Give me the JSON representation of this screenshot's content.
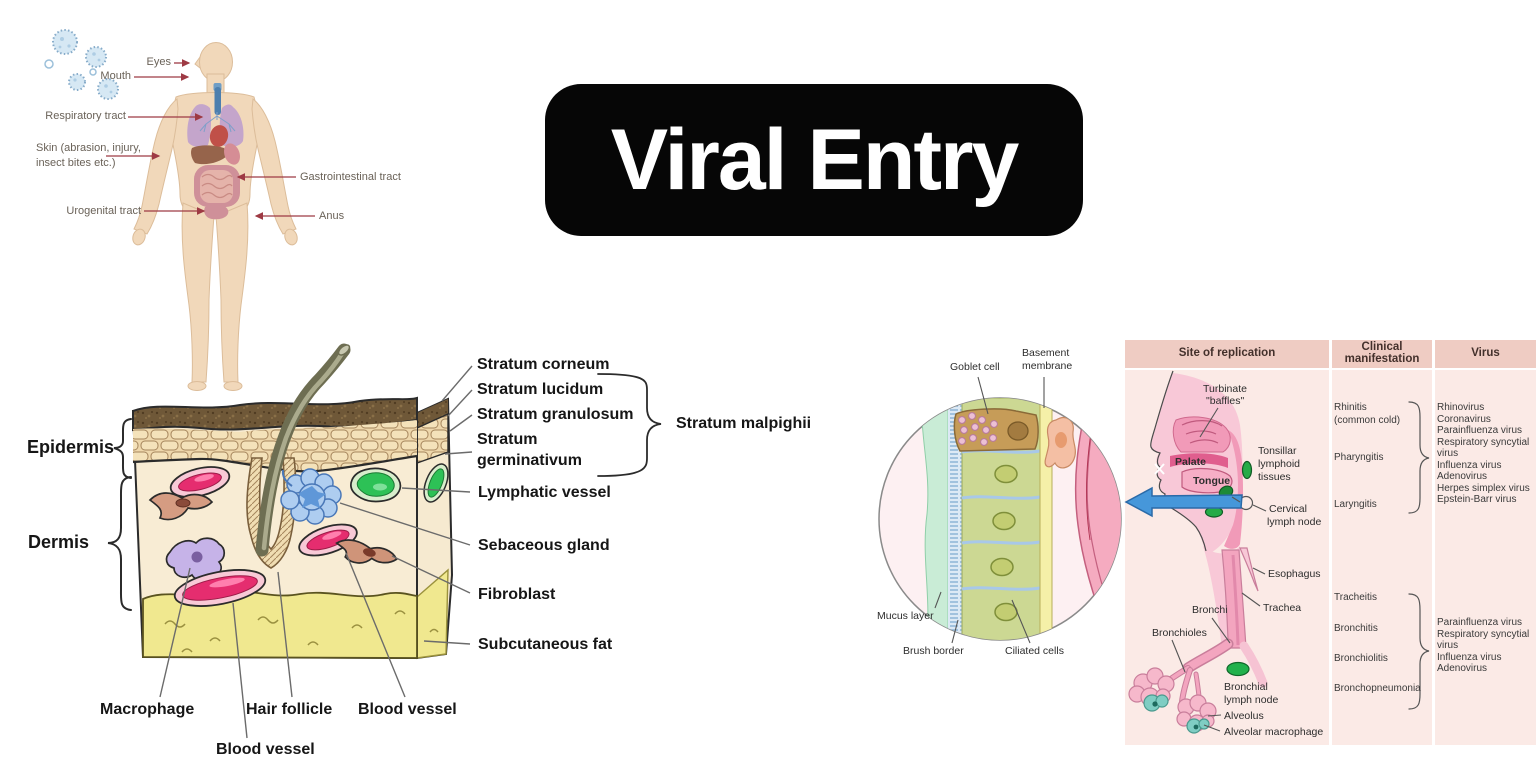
{
  "title": {
    "text": "Viral Entry"
  },
  "colors": {
    "badge_bg": "#060606",
    "badge_text": "#ffffff",
    "arrow_red": "#9e3a44",
    "label_gray": "#6a6258",
    "node_green": "#26ab47",
    "tract_pink": "#f2a3bd",
    "head_pink": "#f8c8d7",
    "big_arrow_blue": "#4697da",
    "panel_header_pink": "#efccc3",
    "panel_body_pink": "#fbeae6",
    "skin_cream": "#f8ecd4",
    "epidermis_tan": "#eed7ab",
    "corneum_brown": "#6f5838",
    "fat_yellow": "#f0e88f",
    "blood_crimson": "#e52d6f",
    "lymph_green": "#2dc156",
    "sebaceous_blue": "#aecdf0",
    "fibroblast_salmon": "#d59c82",
    "macrophage_lavender": "#c6b3e8",
    "teal_macrophage": "#7fcdc3"
  },
  "body_map": {
    "eyes": "Eyes",
    "mouth": "Mouth",
    "respiratory": "Respiratory tract",
    "skin1": "Skin (abrasion, injury,",
    "skin2": "insect bites etc.)",
    "gi": "Gastrointestinal tract",
    "uro": "Urogenital tract",
    "anus": "Anus"
  },
  "skin": {
    "epidermis": "Epidermis",
    "dermis": "Dermis",
    "corneum": "Stratum corneum",
    "lucidum": "Stratum lucidum",
    "granulosum": "Stratum granulosum",
    "germ1": "Stratum",
    "germ2": "germinativum",
    "malpighii": "Stratum malpighii",
    "lymphatic": "Lymphatic vessel",
    "sebaceous": "Sebaceous gland",
    "fibroblast": "Fibroblast",
    "subq": "Subcutaneous fat",
    "macrophage": "Macrophage",
    "hair_follicle": "Hair follicle",
    "blood_vessel_r": "Blood vessel",
    "blood_vessel_c": "Blood vessel"
  },
  "airway": {
    "inset": {
      "goblet": "Goblet cell",
      "base1": "Basement",
      "base2": "membrane",
      "mucus": "Mucus layer",
      "brush": "Brush border",
      "ciliated": "Ciliated cells"
    },
    "site": {
      "turb1": "Turbinate",
      "turb2": "\"baffles\"",
      "palate": "Palate",
      "tongue": "Tongue",
      "tons1": "Tonsillar",
      "tons2": "lymphoid",
      "tons3": "tissues",
      "cerv1": "Cervical",
      "cerv2": "lymph node",
      "esophagus": "Esophagus",
      "trachea": "Trachea",
      "bronchi": "Bronchi",
      "bronchioles": "Bronchioles",
      "bronch_node1": "Bronchial",
      "bronch_node2": "lymph node",
      "alveolus": "Alveolus",
      "alv_mac": "Alveolar macrophage"
    },
    "table": {
      "site_header": "Site of replication",
      "clin_h1": "Clinical",
      "clin_h2": "manifestation",
      "virus_header": "Virus",
      "clinical_upper": [
        "Rhinitis",
        "(common cold)",
        "Pharyngitis",
        "Laryngitis"
      ],
      "clinical_lower": [
        "Tracheitis",
        "Bronchitis",
        "Bronchiolitis",
        "Bronchopneumonia"
      ],
      "virus_upper": [
        "Rhinovirus",
        "Coronavirus",
        "Parainfluenza virus",
        "Respiratory syncytial virus",
        "Influenza virus",
        "Adenovirus",
        "Herpes simplex virus",
        "Epstein-Barr virus"
      ],
      "virus_lower": [
        "Parainfluenza virus",
        "Respiratory syncytial virus",
        "Influenza virus",
        "Adenovirus"
      ]
    }
  }
}
